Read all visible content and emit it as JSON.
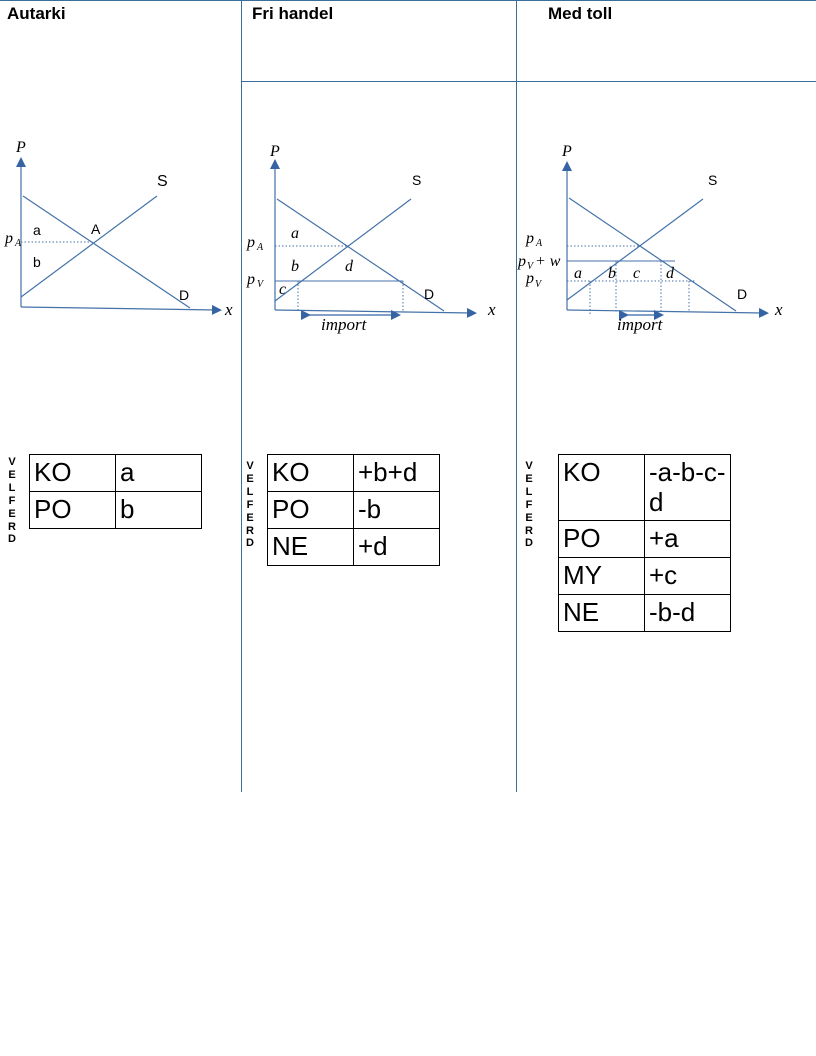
{
  "columns": {
    "autarki": {
      "title": "Autarki"
    },
    "fri_handel": {
      "title": "Fri handel"
    },
    "med_toll": {
      "title": "Med toll"
    }
  },
  "diagram_labels": {
    "P": "P",
    "x": "x",
    "S": "S",
    "D": "D",
    "A": "A",
    "pA": "p",
    "pA_sub": "A",
    "pV": "p",
    "pV_sub": "V",
    "pVw_plus": "+ w",
    "a": "a",
    "b": "b",
    "c": "c",
    "d": "d",
    "import": "import"
  },
  "welfare_label": [
    "V",
    "E",
    "L",
    "F",
    "E",
    "R",
    "D"
  ],
  "tables": {
    "autarki": [
      {
        "k": "KO",
        "v": "a"
      },
      {
        "k": "PO",
        "v": "b"
      }
    ],
    "fri_handel": [
      {
        "k": "KO",
        "v": "+b+d"
      },
      {
        "k": "PO",
        "v": "-b"
      },
      {
        "k": "NE",
        "v": "+d"
      }
    ],
    "med_toll": [
      {
        "k": "KO",
        "v": "-a-b-c-d"
      },
      {
        "k": "PO",
        "v": "+a"
      },
      {
        "k": "MY",
        "v": "+c"
      },
      {
        "k": "NE",
        "v": "-b-d"
      }
    ]
  },
  "colors": {
    "rule": "#3c6e9c",
    "curve": "#4472a8",
    "arrow": "#3563a3"
  }
}
